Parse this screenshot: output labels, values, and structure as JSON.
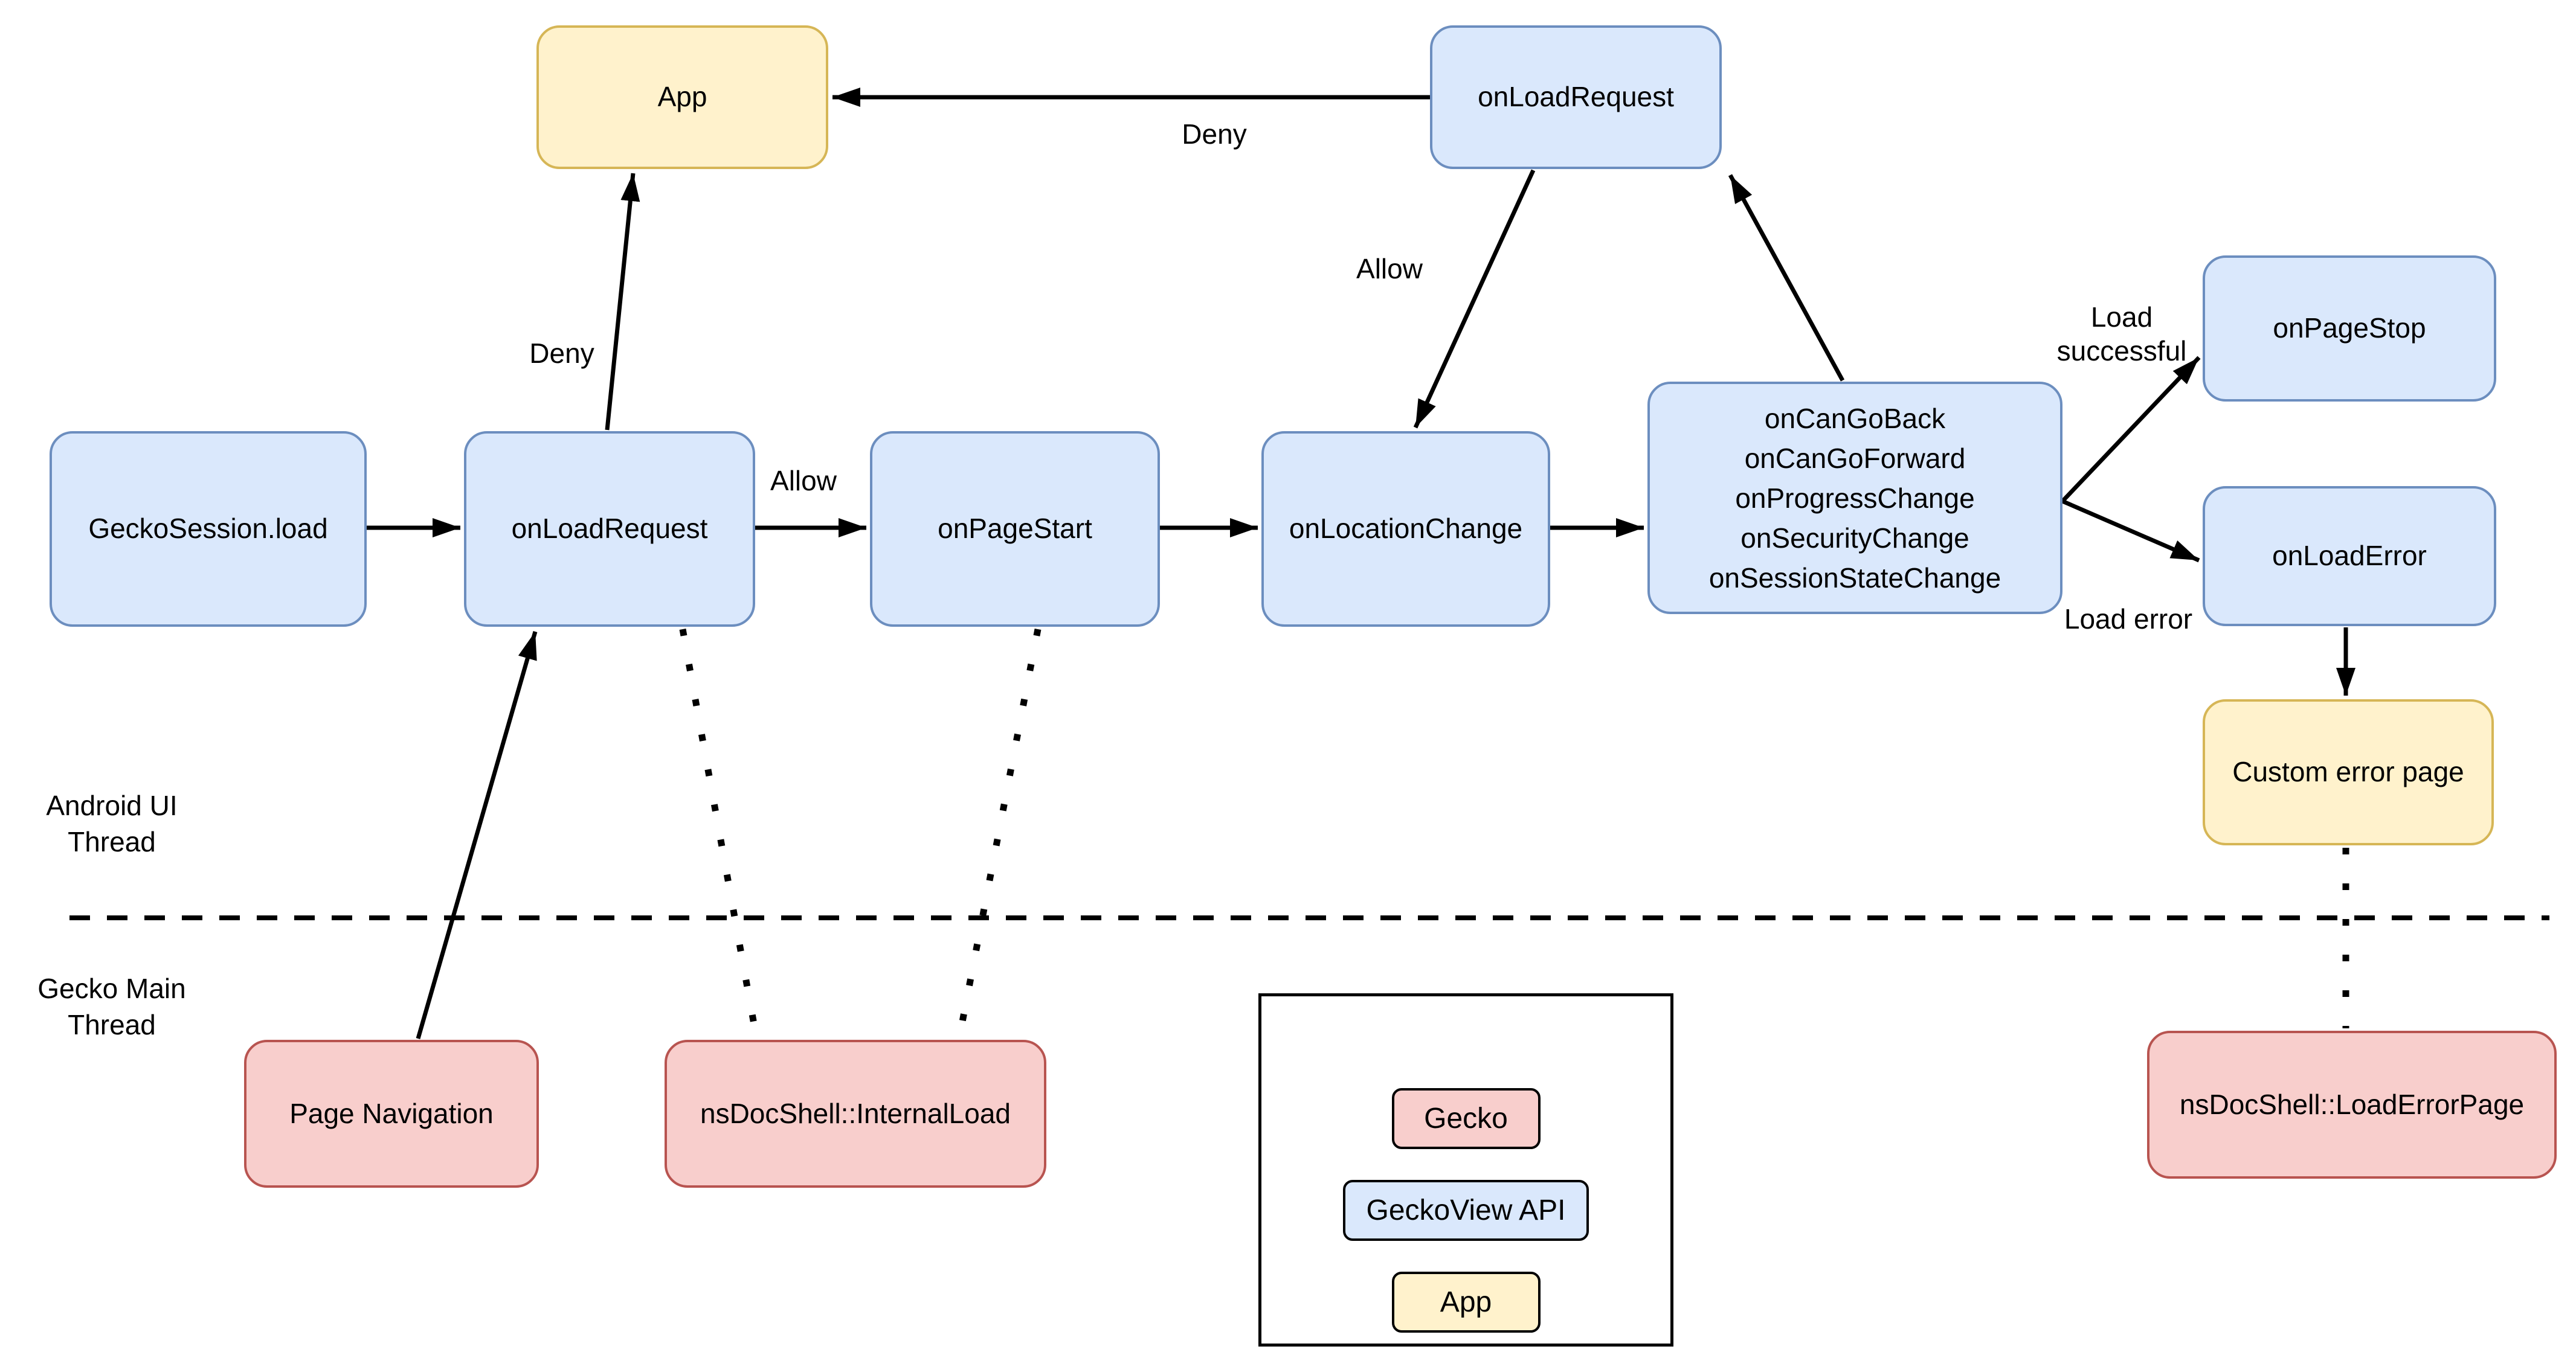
{
  "diagram": {
    "colors": {
      "blue-fill": "#dae8fc",
      "blue-stroke": "#6c8ebf",
      "yellow-fill": "#fff2cc",
      "yellow-stroke": "#d6b656",
      "red-fill": "#f8cecc",
      "red-stroke": "#b85450",
      "line": "#000000"
    },
    "nodes": {
      "app_top": {
        "label": "App",
        "type": "app"
      },
      "onload_request_top": {
        "label": "onLoadRequest",
        "type": "geckoview-api"
      },
      "gecko_session_load": {
        "label": "GeckoSession.load",
        "type": "geckoview-api"
      },
      "onload_request": {
        "label": "onLoadRequest",
        "type": "geckoview-api"
      },
      "on_page_start": {
        "label": "onPageStart",
        "type": "geckoview-api"
      },
      "on_location_change": {
        "label": "onLocationChange",
        "type": "geckoview-api"
      },
      "state_change_group": {
        "lines": [
          "onCanGoBack",
          "onCanGoForward",
          "onProgressChange",
          "onSecurityChange",
          "onSessionStateChange"
        ],
        "type": "geckoview-api"
      },
      "on_page_stop": {
        "label": "onPageStop",
        "type": "geckoview-api"
      },
      "on_load_error": {
        "label": "onLoadError",
        "type": "geckoview-api"
      },
      "custom_error_page": {
        "label": "Custom error page",
        "type": "app"
      },
      "page_navigation": {
        "label": "Page Navigation",
        "type": "gecko"
      },
      "ns_docshell_internal_load": {
        "label": "nsDocShell::InternalLoad",
        "type": "gecko"
      },
      "ns_docshell_load_error_page": {
        "label": "nsDocShell::LoadErrorPage",
        "type": "gecko"
      }
    },
    "edges": [
      {
        "from": "gecko_session_load",
        "to": "onload_request",
        "label": "",
        "style": "solid-arrow"
      },
      {
        "from": "onload_request",
        "to": "on_page_start",
        "label": "Allow",
        "style": "solid-arrow"
      },
      {
        "from": "on_page_start",
        "to": "on_location_change",
        "label": "",
        "style": "solid-arrow"
      },
      {
        "from": "on_location_change",
        "to": "state_change_group",
        "label": "",
        "style": "solid-arrow"
      },
      {
        "from": "onload_request",
        "to": "app_top",
        "label": "Deny",
        "style": "solid-arrow"
      },
      {
        "from": "onload_request_top",
        "to": "app_top",
        "label": "Deny",
        "style": "solid-arrow"
      },
      {
        "from": "onload_request_top",
        "to": "on_location_change",
        "label": "Allow",
        "style": "solid-arrow"
      },
      {
        "from": "state_change_group",
        "to": "onload_request_top",
        "label": "",
        "style": "solid-arrow"
      },
      {
        "from": "state_change_group",
        "to": "on_page_stop",
        "label": "Load successful",
        "style": "solid-arrow"
      },
      {
        "from": "state_change_group",
        "to": "on_load_error",
        "label": "Load error",
        "style": "solid-arrow"
      },
      {
        "from": "on_load_error",
        "to": "custom_error_page",
        "label": "",
        "style": "solid-arrow"
      },
      {
        "from": "page_navigation",
        "to": "onload_request",
        "label": "",
        "style": "solid-arrow"
      },
      {
        "from": "onload_request",
        "to": "ns_docshell_internal_load",
        "label": "",
        "style": "dotted"
      },
      {
        "from": "on_page_start",
        "to": "ns_docshell_internal_load",
        "label": "",
        "style": "dotted"
      },
      {
        "from": "custom_error_page",
        "to": "ns_docshell_load_error_page",
        "label": "",
        "style": "dotted"
      }
    ],
    "thread_labels": {
      "android": "Android UI Thread",
      "gecko": "Gecko Main Thread"
    },
    "legend": {
      "items": [
        {
          "label": "Gecko",
          "type": "gecko"
        },
        {
          "label": "GeckoView API",
          "type": "geckoview-api"
        },
        {
          "label": "App",
          "type": "app"
        }
      ]
    }
  }
}
